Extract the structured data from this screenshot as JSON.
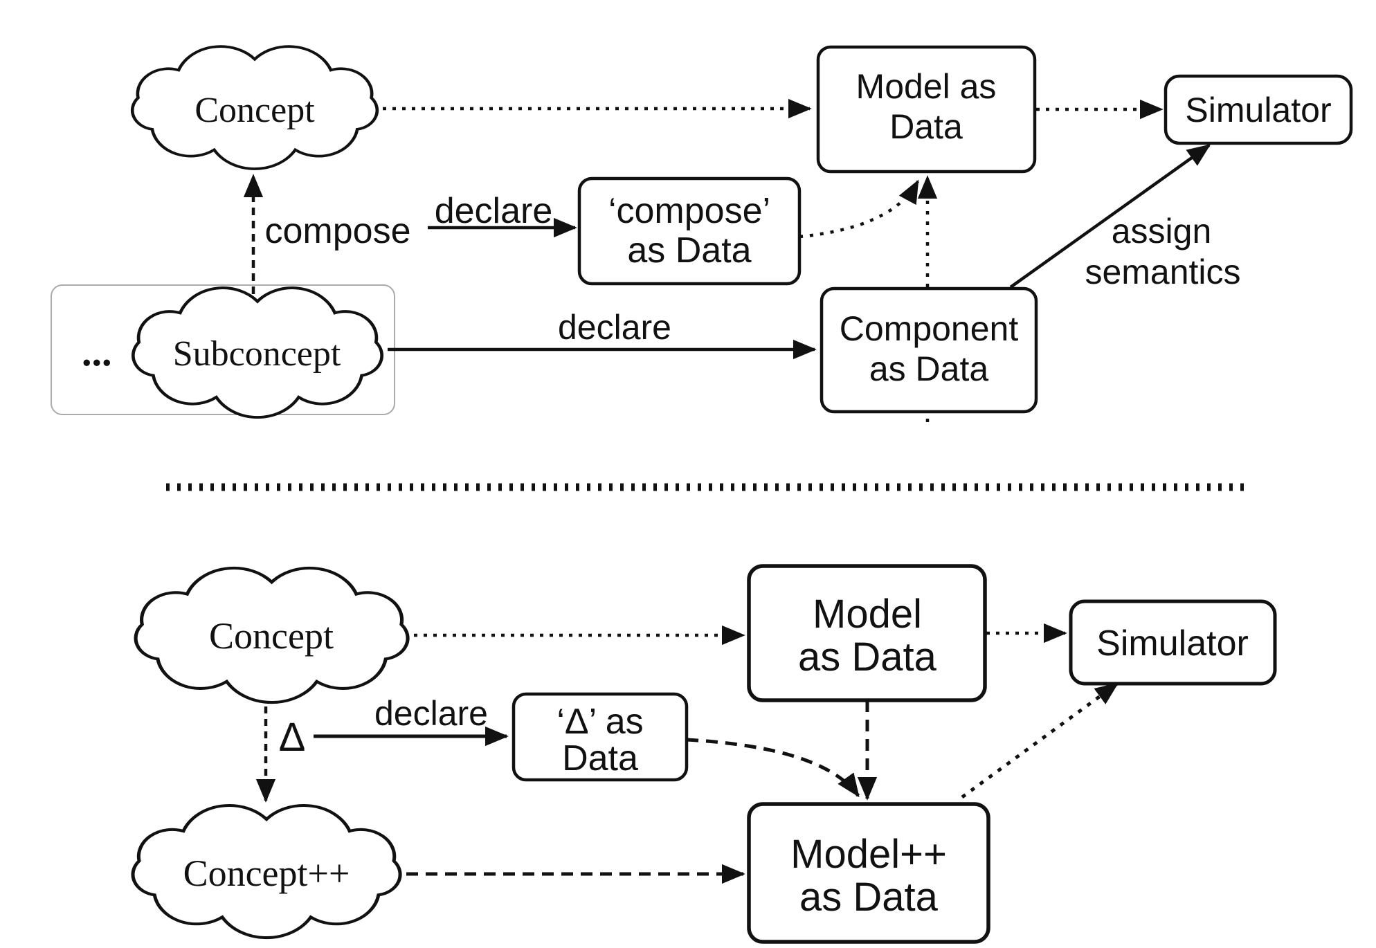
{
  "colors": {
    "ink": "#111111",
    "background": "#ffffff",
    "group_frame": "#aaaaaa"
  },
  "top": {
    "concept_cloud": "Concept",
    "compose_label": "compose",
    "declare_upper_label": "declare",
    "compose_box": {
      "line1": "‘compose’",
      "line2": "as Data"
    },
    "model_box": {
      "line1": "Model as",
      "line2": "Data"
    },
    "simulator_box": "Simulator",
    "assign_label": {
      "line1": "assign",
      "line2": "semantics"
    },
    "subconcept_group": {
      "ellipsis": "...",
      "cloud": "Subconcept"
    },
    "declare_lower_label": "declare",
    "component_box": {
      "line1": "Component",
      "line2": "as Data"
    }
  },
  "bottom": {
    "concept_cloud": "Concept",
    "delta_label": "Δ",
    "declare_label": "declare",
    "delta_box": {
      "line1": "‘Δ’ as",
      "line2": "Data"
    },
    "model_box": {
      "line1": "Model",
      "line2": "as Data"
    },
    "simulator_box": "Simulator",
    "conceptpp_cloud": "Concept++",
    "modelpp_box": {
      "line1": "Model++",
      "line2": "as Data"
    }
  }
}
